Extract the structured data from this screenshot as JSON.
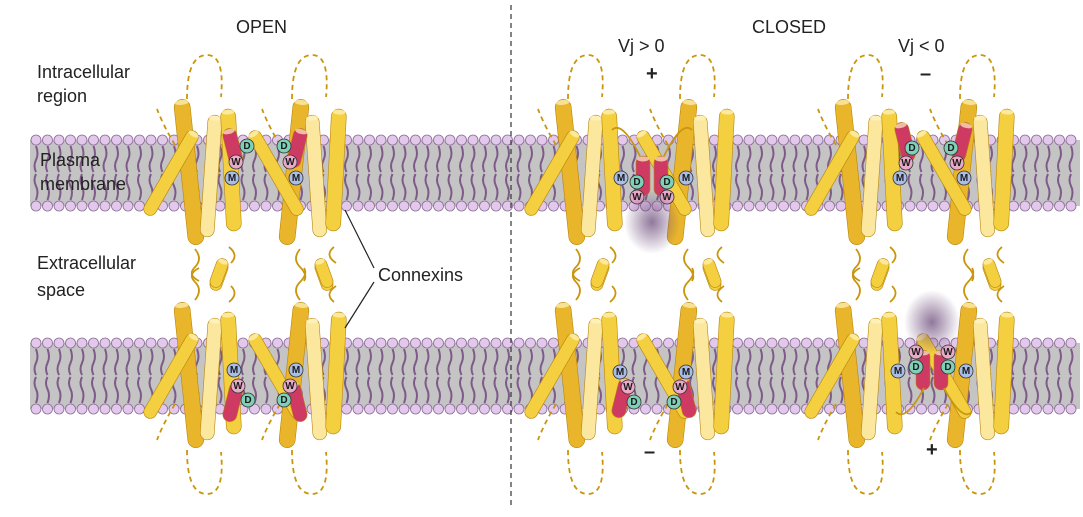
{
  "labels": {
    "open": "OPEN",
    "closed": "CLOSED",
    "vj_positive": "Vj > 0",
    "vj_negative": "Vj < 0",
    "intracellular_line1": "Intracellular",
    "intracellular_line2": "region",
    "plasma_line1": "Plasma",
    "plasma_line2": "membrane",
    "extracellular_line1": "Extracellular",
    "extracellular_line2": "space",
    "connexins": "Connexins"
  },
  "signs": {
    "plus_top": "+",
    "minus_top": "–",
    "minus_bottom": "–",
    "plus_bottom": "+"
  },
  "residues": {
    "D": "D",
    "W": "W",
    "M": "M"
  },
  "colors": {
    "membrane_core": "#c4c4c4",
    "lipid_head": "#e2c8ea",
    "lipid_head_stroke": "#8a6a96",
    "lipid_tail": "#7e5a88",
    "helix_dark": "#e9b52a",
    "helix_mid": "#f4cf3f",
    "helix_light": "#fbe79e",
    "helix_red": "#cf3a62",
    "residue_D": "#7fd0b8",
    "residue_W": "#e9a9c9",
    "residue_M": "#a9bde6",
    "loop": "#c9960e",
    "divider": "#333333"
  }
}
